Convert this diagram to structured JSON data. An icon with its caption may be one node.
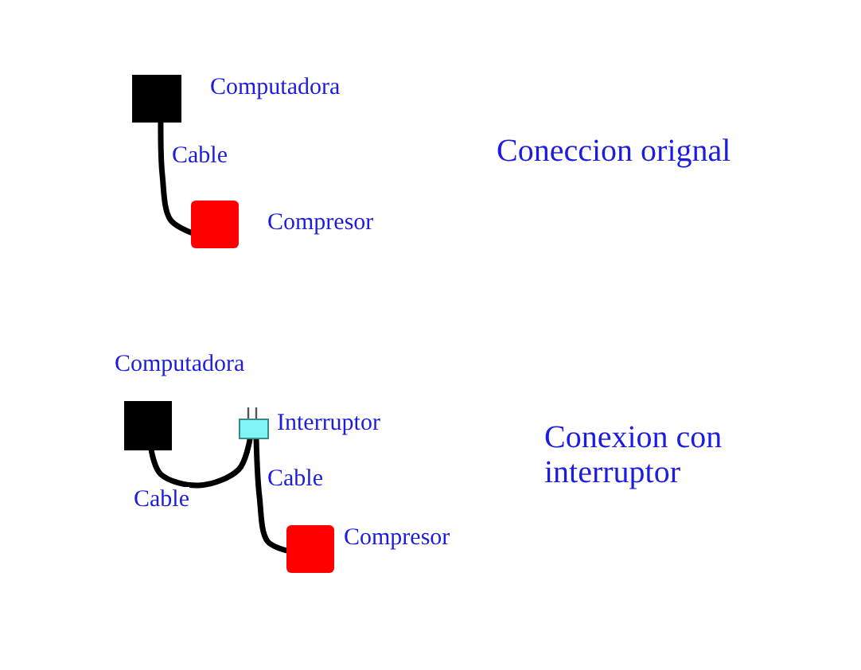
{
  "diagram": {
    "nodes": [
      {
        "text": [],
        "shape": "box",
        "beside": [
          "Computadora"
        ]
      },
      {
        "text": [],
        "shape": "box",
        "beside": [
          "Compresor"
        ]
      },
      {
        "text": [],
        "shape": "box",
        "beside": [
          "Computadora"
        ]
      },
      {
        "text": [],
        "shape": "box",
        "beside": [
          "Interruptor"
        ]
      },
      {
        "text": [],
        "shape": "box",
        "beside": [
          "Compresor"
        ]
      }
    ],
    "edges": [
      {
        "from": 0,
        "to": 1,
        "arrow": "none",
        "label": "Cable"
      },
      {
        "from": 2,
        "to": 3,
        "arrow": "none",
        "label": "Cable"
      },
      {
        "from": 3,
        "to": 4,
        "arrow": "none",
        "label": "Cable"
      }
    ],
    "labels": [
      "Coneccion orignal",
      "Conexion con interruptor"
    ]
  }
}
